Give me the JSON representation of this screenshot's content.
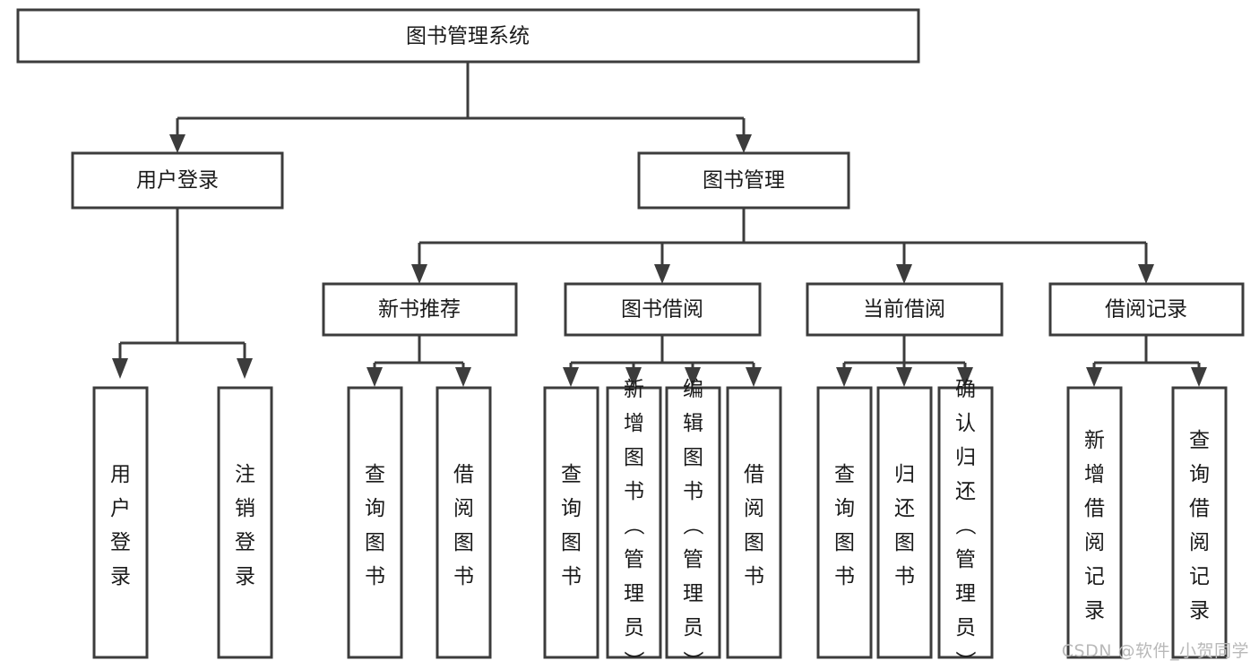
{
  "diagram": {
    "title": "图书管理系统",
    "type": "tree-hierarchy-chart",
    "colors": {
      "box_stroke": "#3c3c3c",
      "box_fill": "#ffffff",
      "text": "#1a1a1a",
      "canvas": "#ffffff",
      "watermark": "#b9b9b9"
    },
    "root": {
      "label": "图书管理系统"
    },
    "level2": [
      {
        "label": "用户登录"
      },
      {
        "label": "图书管理"
      }
    ],
    "level3": [
      {
        "label": "新书推荐"
      },
      {
        "label": "图书借阅"
      },
      {
        "label": "当前借阅"
      },
      {
        "label": "借阅记录"
      }
    ],
    "leaves": {
      "user_login": [
        {
          "label": "用户登录"
        },
        {
          "label": "注销登录"
        }
      ],
      "new_book_recommend": [
        {
          "label": "查询图书"
        },
        {
          "label": "借阅图书"
        }
      ],
      "book_borrow": [
        {
          "label": "查询图书"
        },
        {
          "label": "新增图书（管理员）"
        },
        {
          "label": "编辑图书（管理员）"
        },
        {
          "label": "借阅图书"
        }
      ],
      "current_borrow": [
        {
          "label": "查询图书"
        },
        {
          "label": "归还图书"
        },
        {
          "label": "确认归还（管理员）"
        }
      ],
      "borrow_record": [
        {
          "label": "新增借阅记录"
        },
        {
          "label": "查询借阅记录"
        }
      ]
    }
  },
  "watermark": {
    "text": "CSDN @软件_小贺同学"
  }
}
